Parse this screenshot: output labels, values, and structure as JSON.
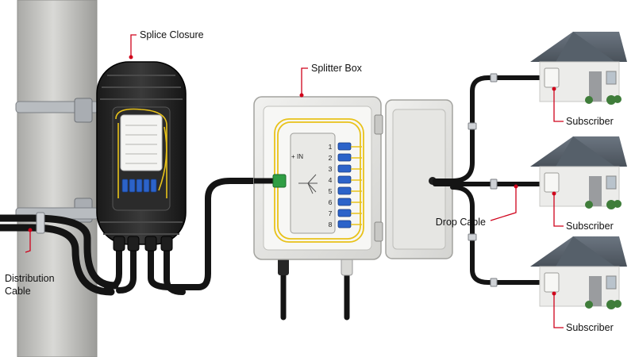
{
  "labels": {
    "splice_closure": "Splice Closure",
    "splitter_box": "Splitter Box",
    "distribution_line1": "Distribution",
    "distribution_line2": "Cable",
    "drop_cable": "Drop Cable",
    "subscriber": "Subscriber"
  },
  "splitter": {
    "input_label": "IN",
    "ports": [
      "1",
      "2",
      "3",
      "4",
      "5",
      "6",
      "7",
      "8"
    ]
  },
  "subscribers": [
    "Subscriber",
    "Subscriber",
    "Subscriber"
  ],
  "colors": {
    "leader_line": "#d0021b",
    "cable": "#141414",
    "fiber": "#e8c21a",
    "connector": "#2c63c9",
    "pole": "#c4c4c1",
    "roof": "#5b6570",
    "house_wall": "#ececea"
  }
}
